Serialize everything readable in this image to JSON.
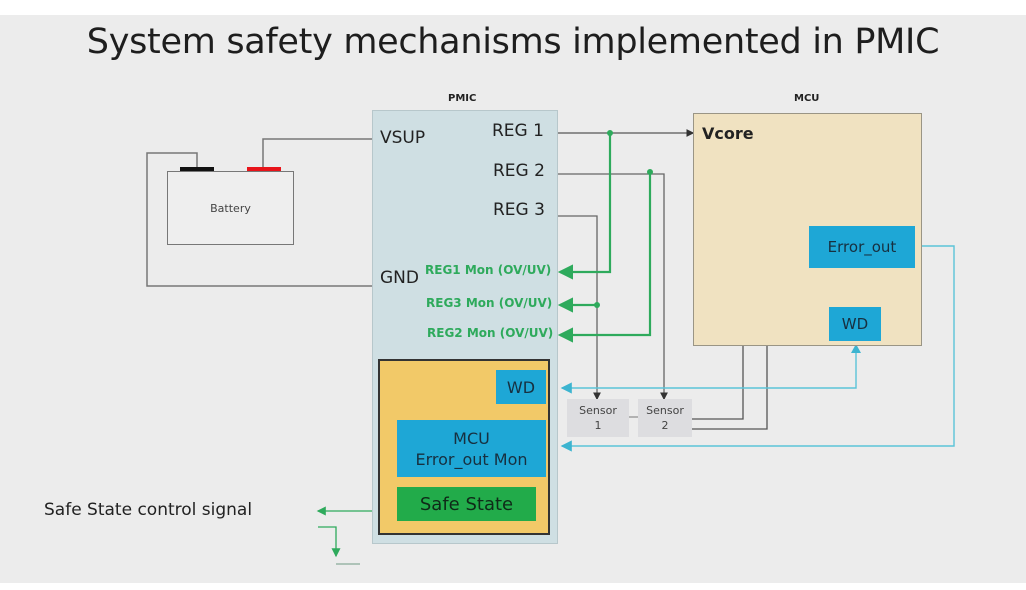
{
  "slide": {
    "title": "System safety mechanisms implemented in PMIC"
  },
  "battery": {
    "label": "Battery",
    "negative_terminal": "-",
    "positive_terminal": "+",
    "negative_color": "#111111",
    "positive_color": "#e8141a"
  },
  "pmic": {
    "header": "PMIC",
    "pins": {
      "vsup": "VSUP",
      "gnd": "GND",
      "reg1": "REG 1",
      "reg2": "REG 2",
      "reg3": "REG 3"
    },
    "monitors": [
      "REG1 Mon (OV/UV)",
      "REG3 Mon (OV/UV)",
      "REG2 Mon (OV/UV)"
    ],
    "safety_block": {
      "wd": "WD",
      "error_mon_line1": "MCU",
      "error_mon_line2": "Error_out Mon",
      "safe_state": "Safe State"
    }
  },
  "mcu": {
    "header": "MCU",
    "vcore": "Vcore",
    "error_out": "Error_out",
    "wd": "WD"
  },
  "sensors": [
    {
      "name": "Sensor",
      "index": "1"
    },
    {
      "name": "Sensor",
      "index": "2"
    }
  ],
  "output_signal": {
    "label": "Safe State control signal"
  },
  "colors": {
    "monitor_green": "#2eaa5c",
    "signal_blue": "#5bc3d8",
    "block_blue": "#1ea7d6",
    "pmic_fill": "#cfdfe3",
    "mcu_fill": "#f0e2c1",
    "safety_fill": "#f2c968",
    "safe_state_green": "#22ab4a"
  }
}
